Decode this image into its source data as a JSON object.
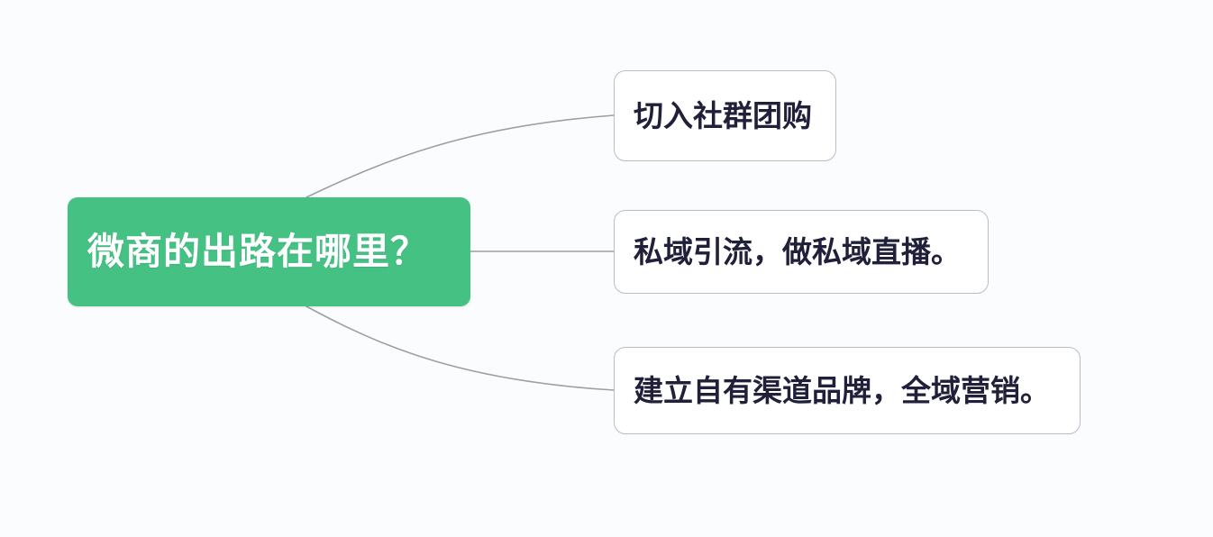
{
  "diagram": {
    "type": "mindmap",
    "background_color": "#fbfcfd",
    "root": {
      "label": "微商的出路在哪里？",
      "fill_color": "#45c184",
      "text_color": "#ffffff"
    },
    "branches": [
      {
        "label": "切入社群团购",
        "fill_color": "#ffffff",
        "border_color": "#b9bdc5",
        "text_color": "#20203a",
        "connector": "curve-up"
      },
      {
        "label": "私域引流，做私域直播。",
        "fill_color": "#ffffff",
        "border_color": "#b9bdc5",
        "text_color": "#20203a",
        "connector": "straight"
      },
      {
        "label": "建立自有渠道品牌，全域营销。",
        "fill_color": "#ffffff",
        "border_color": "#b9bdc5",
        "text_color": "#20203a",
        "connector": "curve-down"
      }
    ],
    "connector_color": "#9aa0a8"
  }
}
